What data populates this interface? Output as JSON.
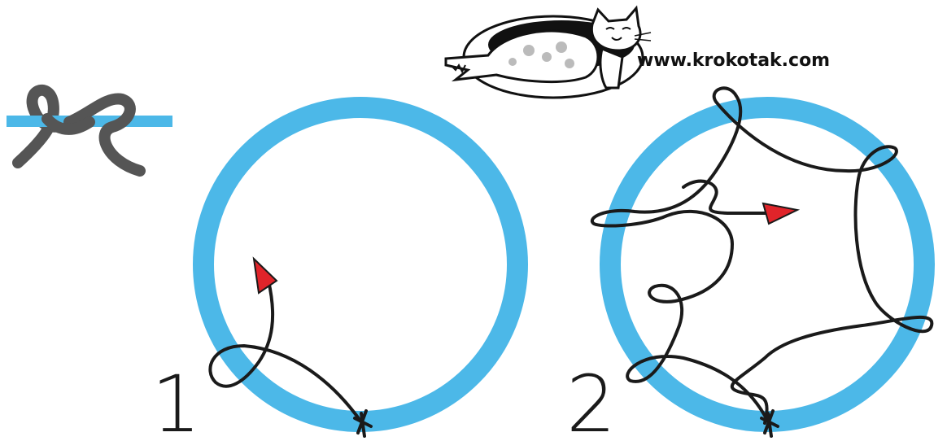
{
  "brand": {
    "url": "www.krokotak.com",
    "logo": "crocodile-and-cat-logo"
  },
  "legend": {
    "icon": "wrap-loop-stitch-icon"
  },
  "steps": [
    {
      "number": "1",
      "icon": "red-arrow-icon"
    },
    {
      "number": "2",
      "icon": "red-arrow-icon"
    }
  ],
  "colors": {
    "hoop": "#4cb8e8",
    "thread": "#1a1a1a",
    "legend_thread": "#555555",
    "arrow": "#e0242a"
  }
}
